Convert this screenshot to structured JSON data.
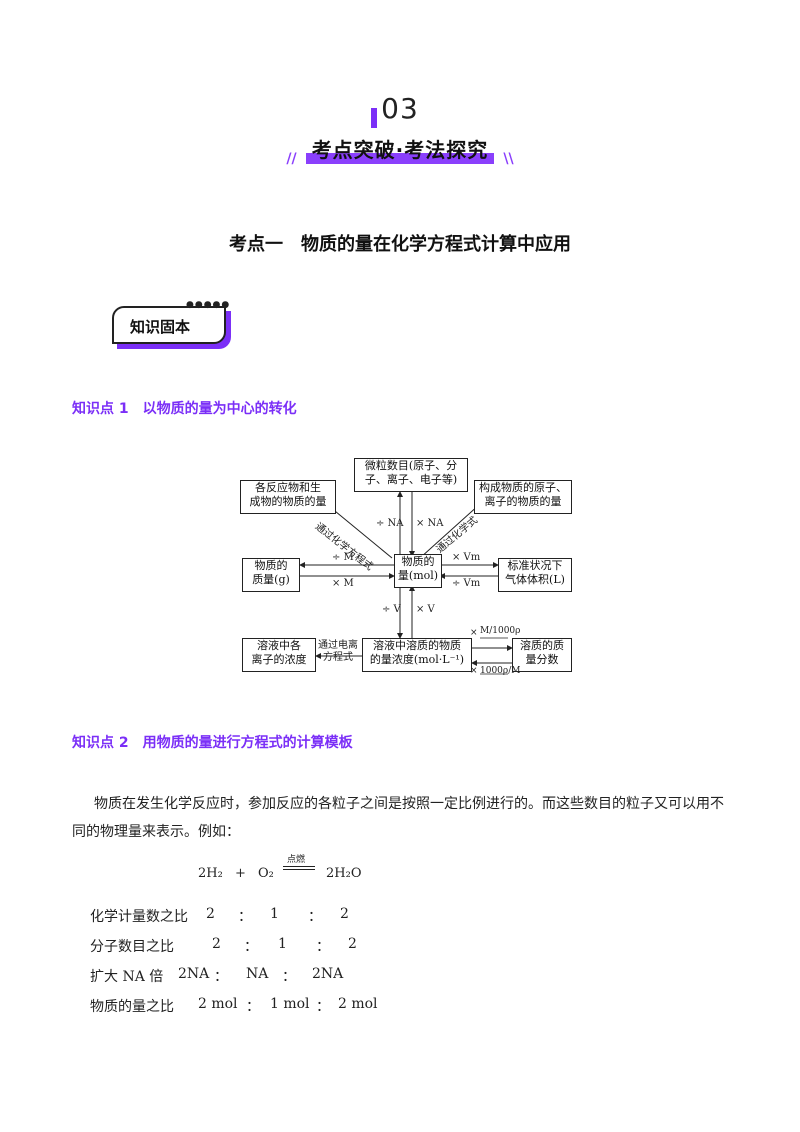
{
  "header": {
    "section_number": "03",
    "banner_title": "考点突破·考法探究",
    "deco_left": "//",
    "deco_right": "\\\\"
  },
  "topic_title": "考点一　物质的量在化学方程式计算中应用",
  "badge_label": "知识固本",
  "knowledge_points": [
    {
      "label": "知识点 1　以物质的量为中心的转化"
    },
    {
      "label": "知识点 2　用物质的量进行方程式的计算模板"
    }
  ],
  "diagram": {
    "center": [
      "物质的",
      "量(mol)"
    ],
    "top": [
      "微粒数目(原子、分",
      "子、离子、电子等)"
    ],
    "top_left": [
      "各反应物和生",
      "成物的物质的量"
    ],
    "top_right": [
      "构成物质的原子、",
      "离子的物质的量"
    ],
    "left": [
      "物质的",
      "质量(g)"
    ],
    "right": [
      "标准状况下",
      "气体体积(L)"
    ],
    "bottom": [
      "溶液中溶质的物质",
      "的量浓度(mol·L⁻¹)"
    ],
    "bottom_left": [
      "溶液中各",
      "离子的浓度"
    ],
    "bottom_right": [
      "溶质的质",
      "量分数"
    ],
    "diag_left_label": "通过化学方程式",
    "diag_right_label": "通过化学式",
    "ionize_label": [
      "通过电离",
      "方程式"
    ],
    "div_NA": "÷ NA",
    "mul_NA": "× NA",
    "div_M": "÷ M",
    "mul_M": "× M",
    "mul_Vm": "× Vm",
    "div_Vm": "÷ Vm",
    "div_V": "÷ V",
    "mul_V": "× V",
    "frac_top": "M/1000ρ",
    "frac_bottom": "1000ρ/M",
    "times": "×"
  },
  "body": {
    "intro": "物质在发生化学反应时，参加反应的各粒子之间是按照一定比例进行的。而这些数目的粒子又可以用不同的物理量来表示。例如：",
    "equation": {
      "reactant1": "2H₂",
      "plus": "+",
      "reactant2": "O₂",
      "condition": "点燃",
      "product": "2H₂O"
    },
    "rows": [
      {
        "label": "化学计量数之比",
        "a": "2",
        "b": "1",
        "c": "2"
      },
      {
        "label": "分子数目之比",
        "a": "2",
        "b": "1",
        "c": "2"
      },
      {
        "label": "扩大 NA 倍",
        "a": "2NA",
        "b": "NA",
        "c": "2NA"
      },
      {
        "label": "物质的量之比",
        "a": "2 mol",
        "b": "1 mol",
        "c": "2 mol"
      }
    ],
    "colon": "："
  }
}
